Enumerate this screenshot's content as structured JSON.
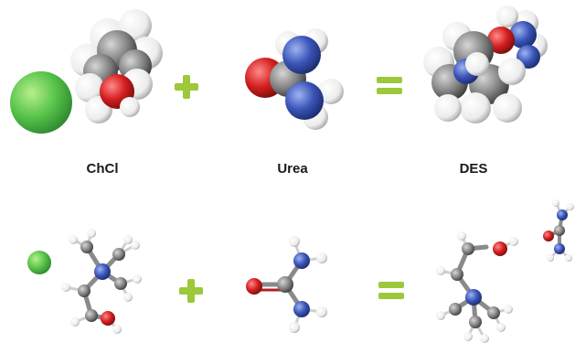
{
  "labels": {
    "choline_chloride": "ChCl",
    "urea": "Urea",
    "des": "DES"
  },
  "colors": {
    "chloride": "#4bb84b",
    "carbon": "#7a7a7a",
    "hydrogen": "#f2f2f2",
    "oxygen": "#d42020",
    "nitrogen": "#3a55b8",
    "operator": "#9cc83a"
  }
}
